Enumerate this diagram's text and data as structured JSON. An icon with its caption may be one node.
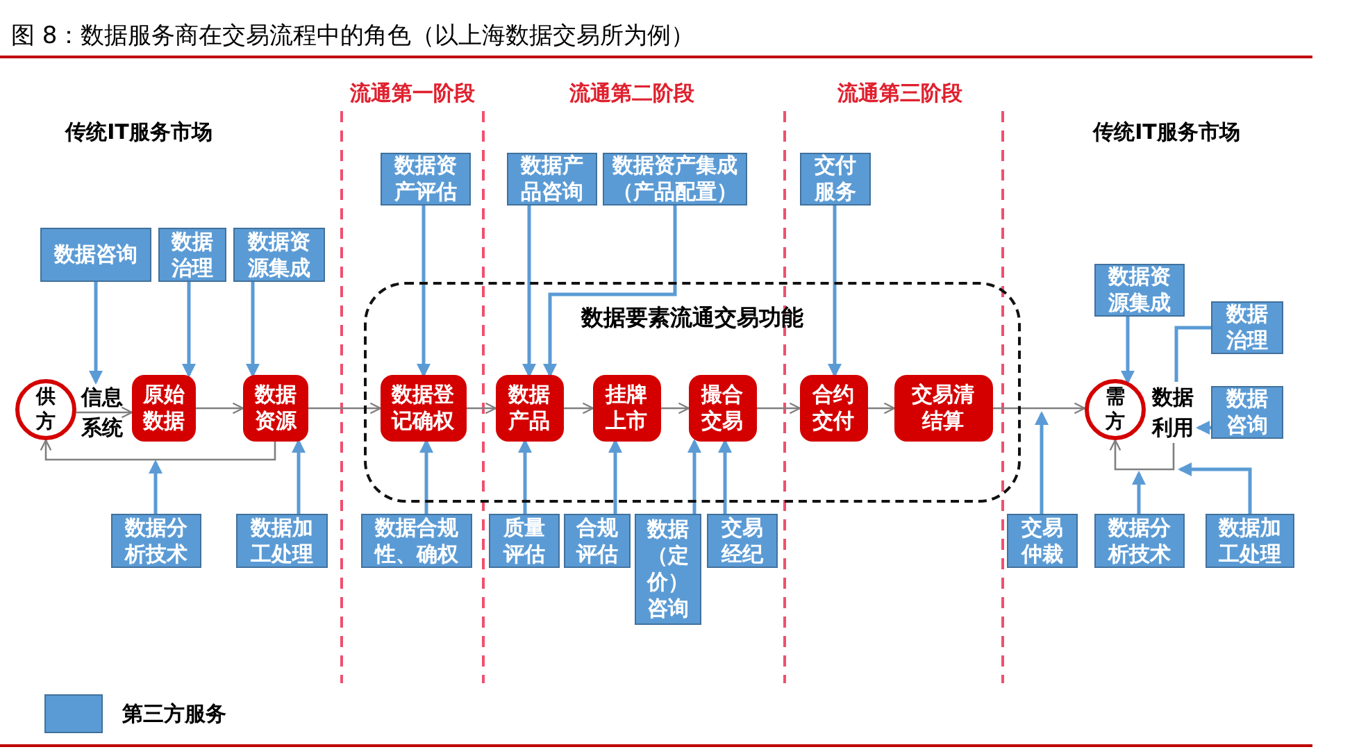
{
  "diagram": {
    "title": "图 8：数据服务商在交易流程中的角色（以上海数据交易所为例）",
    "nodes": [
      {
        "text": [
          "数据要素流通交易功能"
        ]
      },
      {
        "text": [
          "供方"
        ]
      },
      {
        "text": [
          "信息系统"
        ]
      },
      {
        "text": [
          "原始数据"
        ]
      },
      {
        "text": [
          "数据资源"
        ]
      },
      {
        "text": [
          "数据登记确权"
        ],
        "in": 0
      },
      {
        "text": [
          "数据产品"
        ],
        "in": 0
      },
      {
        "text": [
          "挂牌上市"
        ],
        "in": 0
      },
      {
        "text": [
          "撮合交易"
        ],
        "in": 0
      },
      {
        "text": [
          "合约交付"
        ],
        "in": 0
      },
      {
        "text": [
          "交易清结算"
        ],
        "in": 0
      },
      {
        "text": [
          "需方"
        ]
      },
      {
        "text": [
          "数据利用"
        ]
      },
      {
        "text": [
          "数据咨询"
        ]
      },
      {
        "text": [
          "数据治理"
        ]
      },
      {
        "text": [
          "数据资源集成"
        ]
      },
      {
        "text": [
          "数据资产评估"
        ]
      },
      {
        "text": [
          "数据产品咨询"
        ]
      },
      {
        "text": [
          "数据资产集成（产品配置）"
        ]
      },
      {
        "text": [
          "交付服务"
        ]
      },
      {
        "text": [
          "数据资源集成"
        ]
      },
      {
        "text": [
          "数据治理"
        ]
      },
      {
        "text": [
          "数据咨询"
        ]
      },
      {
        "text": [
          "数据分析技术"
        ]
      },
      {
        "text": [
          "数据加工处理"
        ]
      },
      {
        "text": [
          "数据合规性、确权"
        ]
      },
      {
        "text": [
          "质量评估"
        ]
      },
      {
        "text": [
          "合规评估"
        ]
      },
      {
        "text": [
          "数据（定价）咨询"
        ]
      },
      {
        "text": [
          "交易经纪"
        ]
      },
      {
        "text": [
          "交易仲裁"
        ]
      },
      {
        "text": [
          "数据分析技术"
        ]
      },
      {
        "text": [
          "数据加工处理"
        ]
      }
    ],
    "edges": [
      {
        "from": 1,
        "to": 3,
        "arrow": "to",
        "color": "#7f7f7f"
      },
      {
        "from": 3,
        "to": 4,
        "arrow": "to",
        "color": "#7f7f7f"
      },
      {
        "from": 4,
        "to": 5,
        "arrow": "to",
        "color": "#7f7f7f"
      },
      {
        "from": 5,
        "to": 6,
        "arrow": "to",
        "color": "#7f7f7f"
      },
      {
        "from": 6,
        "to": 7,
        "arrow": "to",
        "color": "#7f7f7f"
      },
      {
        "from": 7,
        "to": 8,
        "arrow": "to",
        "color": "#7f7f7f"
      },
      {
        "from": 8,
        "to": 9,
        "arrow": "to",
        "color": "#7f7f7f"
      },
      {
        "from": 9,
        "to": 10,
        "arrow": "to",
        "color": "#7f7f7f"
      },
      {
        "from": 10,
        "to": 11,
        "arrow": "to",
        "color": "#7f7f7f"
      },
      {
        "from": 4,
        "to": 1,
        "arrow": "to",
        "color": "#7f7f7f"
      },
      {
        "from": 12,
        "to": 11,
        "arrow": "to",
        "color": "#7f7f7f"
      },
      {
        "from": 13,
        "to": 2,
        "arrow": "to"
      },
      {
        "from": 14,
        "to": 3,
        "arrow": "to"
      },
      {
        "from": 15,
        "to": 4,
        "arrow": "to"
      },
      {
        "from": 16,
        "to": 5,
        "arrow": "to"
      },
      {
        "from": 17,
        "to": 6,
        "arrow": "to"
      },
      {
        "from": 18,
        "to": 6,
        "arrow": "to"
      },
      {
        "from": 19,
        "to": 9,
        "arrow": "to"
      },
      {
        "from": 20,
        "to": 11,
        "arrow": "to"
      },
      {
        "from": 21,
        "to": 12,
        "arrow": "none"
      },
      {
        "from": 22,
        "to": 12,
        "arrow": "to"
      },
      {
        "from": 23,
        "to": 2,
        "arrow": "to"
      },
      {
        "from": 24,
        "to": 4,
        "arrow": "to"
      },
      {
        "from": 25,
        "to": 5,
        "arrow": "to"
      },
      {
        "from": 26,
        "to": 6,
        "arrow": "to"
      },
      {
        "from": 27,
        "to": 7,
        "arrow": "to"
      },
      {
        "from": 28,
        "to": 8,
        "arrow": "to"
      },
      {
        "from": 29,
        "to": 8,
        "arrow": "to"
      },
      {
        "from": 30,
        "to": 0,
        "arrow": "to"
      },
      {
        "from": 31,
        "to": 12,
        "arrow": "to"
      },
      {
        "from": 32,
        "to": 12,
        "arrow": "to"
      }
    ],
    "labels": [
      "流通第一阶段",
      "流通第二阶段",
      "流通第三阶段",
      "传统IT服务市场",
      "传统IT服务市场"
    ],
    "legend": [
      {
        "text": "第三方服务",
        "color": "#5b9bd5"
      }
    ]
  }
}
